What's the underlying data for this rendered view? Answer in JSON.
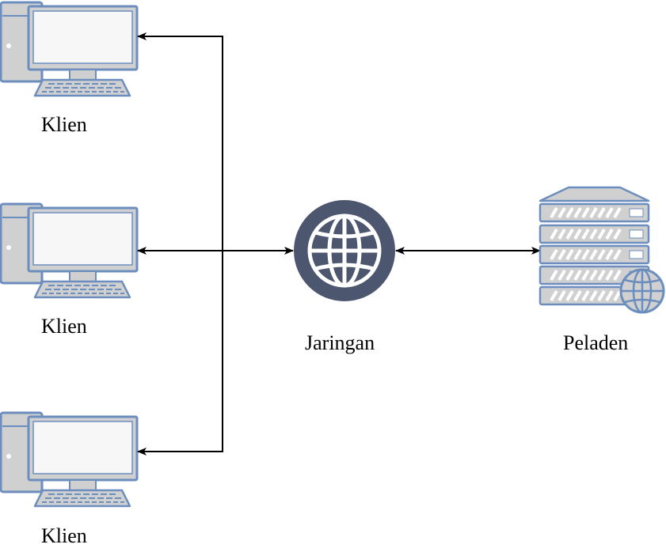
{
  "nodes": {
    "client_1": {
      "label": "Klien",
      "icon": "desktop-computer-icon"
    },
    "client_2": {
      "label": "Klien",
      "icon": "desktop-computer-icon"
    },
    "client_3": {
      "label": "Klien",
      "icon": "desktop-computer-icon"
    },
    "network": {
      "label": "Jaringan",
      "icon": "globe-icon"
    },
    "server": {
      "label": "Peladen",
      "icon": "server-rack-icon"
    }
  },
  "connections": [
    {
      "from": "client_1",
      "to": "network",
      "direction": "bidirectional"
    },
    {
      "from": "client_2",
      "to": "network",
      "direction": "bidirectional"
    },
    {
      "from": "client_3",
      "to": "network",
      "direction": "bidirectional"
    },
    {
      "from": "network",
      "to": "server",
      "direction": "bidirectional"
    }
  ],
  "colors": {
    "icon_stroke": "#6c8ebf",
    "icon_fill": "#d0d0d0",
    "screen_fill": "#f7f7f7",
    "globe_fill": "#4c566f",
    "line": "#000000"
  }
}
